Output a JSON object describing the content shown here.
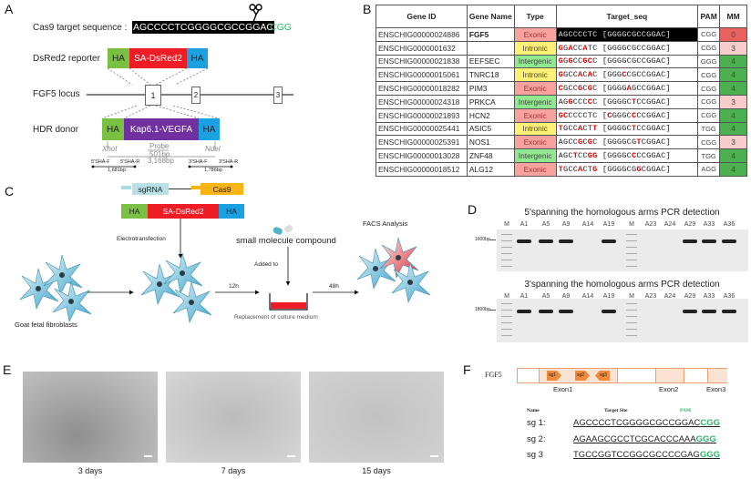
{
  "panels": {
    "A": "A",
    "B": "B",
    "C": "C",
    "D": "D",
    "E": "E",
    "F": "F"
  },
  "A": {
    "cas9_label": "Cas9 target sequence :",
    "target_seq": "AGCCCCTCGGGGCGCCGGAC",
    "pam": "CGG",
    "reporter_label": "DsRed2 reporter",
    "reporter": [
      "HA",
      "SA-DsRed2",
      "HA"
    ],
    "locus_label": "FGF5 locus",
    "exons": [
      "1",
      "2",
      "3"
    ],
    "donor_label": "HDR donor",
    "donor": [
      "HA",
      "Kap6.1-VEGFA",
      "HA"
    ],
    "xhoi": "XhoI",
    "ndei": "NdeI",
    "probe": "Probe",
    "probe_len": "501bp",
    "total_len": "3,168bp",
    "p5f": "5'SHA-F",
    "p5r": "5'SHA-R",
    "len5": "1,681bp",
    "p3f": "3'SHA-F",
    "p3r": "3'SHA-R",
    "len3": "1,786bp",
    "colors": {
      "ha_left": "#7ac143",
      "sa": "#ee1c25",
      "ha_right": "#1ba1e2",
      "kap": "#7030a0",
      "pam": "#2db36b"
    }
  },
  "B": {
    "headers": [
      "Gene ID",
      "Gene Name",
      "Type",
      "Target_seq",
      "PAM",
      "MM"
    ],
    "reference": "AGCCCCTC[GGGGCGCCGGAC]",
    "rows": [
      {
        "id": "ENSCHIG00000024886",
        "name": "FGF5",
        "type": "Exonic",
        "seq": "AGCCCCTC[GGGGCGCCGGAC]",
        "pam": "CGG",
        "mm": "0"
      },
      {
        "id": "ENSCHIG0000001632",
        "name": "",
        "type": "Intronic",
        "seq": "GGACCATC[GGGGCGCCGGAC]",
        "pam": "CGG",
        "mm": "3"
      },
      {
        "id": "ENSCHIG00000021838",
        "name": "EEFSEC",
        "type": "Intergenic",
        "seq": "GGGCCGCC[GGGGCGCCGGAC]",
        "pam": "GGG",
        "mm": "4"
      },
      {
        "id": "ENSCHIG00000015061",
        "name": "TNRC18",
        "type": "Intronic",
        "seq": "GGCCACAC[GGGCCGCCGGAC]",
        "pam": "CGG",
        "mm": "4"
      },
      {
        "id": "ENSCHIG00000018282",
        "name": "PIM3",
        "type": "Exonic",
        "seq": "CGCCGCGC[GGGGAGCCGGAC]",
        "pam": "CGG",
        "mm": "4"
      },
      {
        "id": "ENSCHIG00000024318",
        "name": "PRKCA",
        "type": "Intergenic",
        "seq": "AGGCCCCC[GGGGCTCCGGAC]",
        "pam": "CGG",
        "mm": "3"
      },
      {
        "id": "ENSCHIG00000021893",
        "name": "HCN2",
        "type": "Exonic",
        "seq": "GCCCCCTC[CGGGCCCCGGAC]",
        "pam": "CGG",
        "mm": "4"
      },
      {
        "id": "ENSCHIG00000025441",
        "name": "ASIC5",
        "type": "Intronic",
        "seq": "TGCCACTT[GGGGCTCCGGAC]",
        "pam": "TGG",
        "mm": "4"
      },
      {
        "id": "ENSCHIG00000025391",
        "name": "NOS1",
        "type": "Exonic",
        "seq": "AGCCGCGC[GGGGCGTCGGAC]",
        "pam": "CGG",
        "mm": "3"
      },
      {
        "id": "ENSCHIG00000013028",
        "name": "ZNF48",
        "type": "Intergenic",
        "seq": "AGCTCCGG[GGGGCCCCGGAC]",
        "pam": "TGG",
        "mm": "4"
      },
      {
        "id": "ENSCHIG00000018512",
        "name": "ALG12",
        "type": "Exonic",
        "seq": "TGCCACTG[GGGGCGGCGGAC]",
        "pam": "AGG",
        "mm": "4"
      }
    ],
    "type_colors": {
      "Exonic": "#f7a29e",
      "Intronic": "#fff176",
      "Intergenic": "#90e890"
    },
    "mm_colors": {
      "0": "#e8615f",
      "3": "#f9cccc",
      "4": "#4cb050"
    }
  },
  "C": {
    "sgrna": "sgRNA",
    "cas9": "Cas9",
    "construct": [
      "HA",
      "SA-DsRed2",
      "HA"
    ],
    "electro": "Electrotransfection",
    "compound": "small molecule compound",
    "added": "Added to",
    "t12": "12h",
    "t48": "48h",
    "replace": "Replacement of culture medium",
    "facs": "FACS Analysis",
    "cells": "Goat fetal fibroblasts"
  },
  "D": {
    "gels": [
      {
        "title": "5'spanning the homologous arms PCR detection",
        "marker": "1600bp",
        "lanes": [
          "M",
          "A1",
          "A5",
          "A9",
          "A14",
          "A19",
          "M",
          "A23",
          "A24",
          "A29",
          "A33",
          "A36"
        ],
        "band": [
          0,
          1,
          1,
          1,
          0,
          1,
          0,
          0,
          0,
          1,
          1,
          1
        ]
      },
      {
        "title": "3'spanning the homologous arms PCR detection",
        "marker": "1800bp",
        "lanes": [
          "M",
          "A1",
          "A5",
          "A9",
          "A14",
          "A19",
          "M",
          "A23",
          "A24",
          "A29",
          "A33",
          "A36"
        ],
        "band": [
          0,
          1,
          1,
          1,
          0,
          1,
          0,
          0,
          0,
          1,
          1,
          1
        ]
      }
    ]
  },
  "E": {
    "images": [
      "3 days",
      "7 days",
      "15 days"
    ]
  },
  "F": {
    "gene": "FGF5",
    "sg": [
      "sg1",
      "sg2",
      "sg3"
    ],
    "exons": [
      "Exon1",
      "Exon2",
      "Exon3"
    ],
    "headers": [
      "Name",
      "Target Site",
      "PAM"
    ],
    "rows": [
      {
        "name": "sg 1:",
        "site": "AGCCCCTCGGGGCGCCGGAC",
        "pam": "CGG"
      },
      {
        "name": "sg 2:",
        "site": "AGAAGCGCCTCGCACCCAAA",
        "pam": "GGG"
      },
      {
        "name": "sg 3",
        "site": "TGCCGGTCCGGCGCCCCGAG",
        "pam": "GGG"
      }
    ]
  }
}
